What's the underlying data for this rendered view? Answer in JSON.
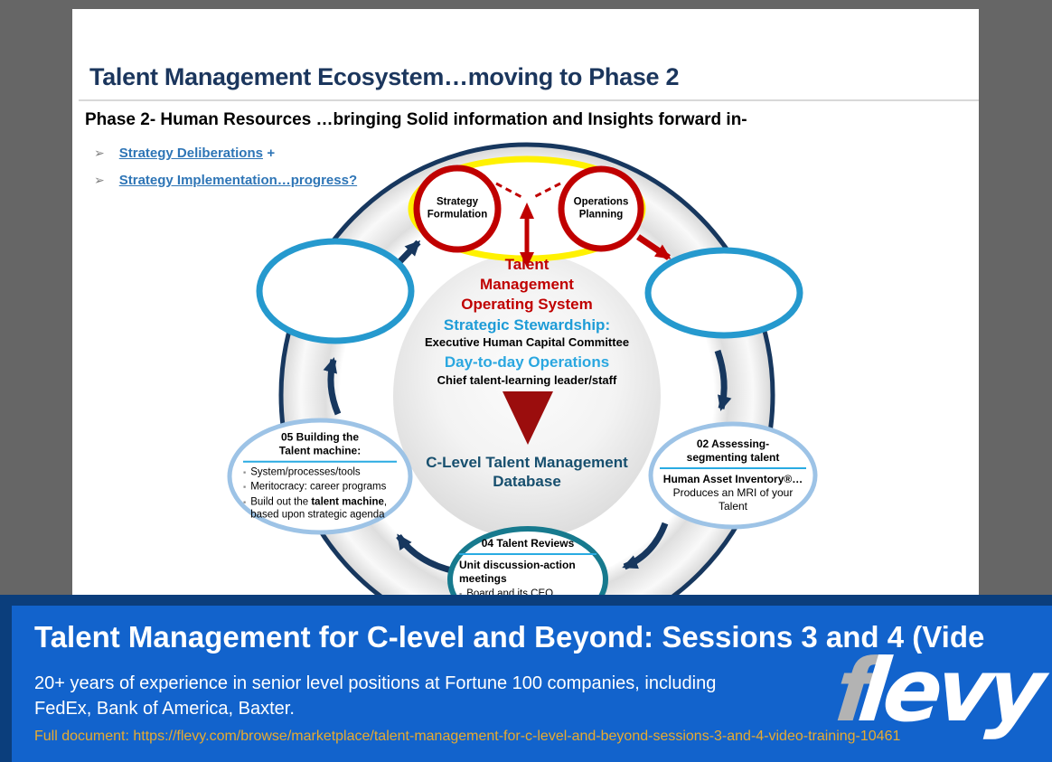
{
  "colors": {
    "background_gray": "#666666",
    "title_navy": "#1B365D",
    "link_blue": "#2E75B6",
    "accent_red": "#C00000",
    "accent_yellow": "#FFF101",
    "ring_navy": "#17375E",
    "node_blue": "#2599CE",
    "node_light_blue": "#9DC3E6",
    "node_teal": "#177A8E",
    "stewardship_blue": "#1E9CD7",
    "operations_blue": "#2AA7E0",
    "database_teal": "#174F6E",
    "triangle_maroon": "#9B0D0D",
    "banner_blue": "#1263CC",
    "banner_navy": "#0B3E7C",
    "banner_gold": "#E8AB30"
  },
  "slide": {
    "title": "Talent Management Ecosystem…moving to Phase 2",
    "subtitle": "Phase 2- Human Resources …bringing Solid information and Insights forward in-",
    "bullets": [
      {
        "marker": "➢",
        "text": "Strategy Deliberations",
        "suffix": "+"
      },
      {
        "marker": "➢",
        "text": "Strategy Implementation…progress?",
        "suffix": ""
      }
    ]
  },
  "diagram": {
    "strategy_formulation": "Strategy\nFormulation",
    "operations_planning": "Operations\nPlanning",
    "center_title": "Talent\nManagement\nOperating System",
    "stewardship_heading": "Strategic Stewardship:",
    "stewardship_detail": "Executive Human Capital Committee",
    "operations_heading": "Day-to-day Operations",
    "operations_detail": "Chief talent-learning leader/staff",
    "database_label": "C-Level Talent Management\nDatabase",
    "node_05": {
      "title": "05 Building the\nTalent machine:",
      "bullet_marker": "▪",
      "bullet_1": "System/processes/tools",
      "bullet_2": "Meritocracy: career programs",
      "bullet_3_pre": "Build out the ",
      "bullet_3_bold": "talent machine",
      "bullet_3_post": ", based upon strategic agenda"
    },
    "node_02": {
      "title": "02 Assessing-\nsegmenting talent",
      "line_1": "Human Asset Inventory®…",
      "line_2": "Produces an MRI of your\nTalent"
    },
    "node_04": {
      "title": "04 Talent Reviews",
      "line_1": "Unit discussion-action\nmeetings",
      "bullet_marker": "▪",
      "bullet_1": "Board and its CEO"
    }
  },
  "banner": {
    "title": "Talent Management for C-level and Beyond: Sessions 3 and 4 (Vide",
    "description": "20+ years of experience in senior level positions at Fortune 100 companies, including\nFedEx, Bank of America, Baxter.",
    "link": "Full document: https://flevy.com/browse/marketplace/talent-management-for-c-level-and-beyond-sessions-3-and-4-video-training-10461",
    "logo_f": "f",
    "logo_levy": "levy"
  }
}
